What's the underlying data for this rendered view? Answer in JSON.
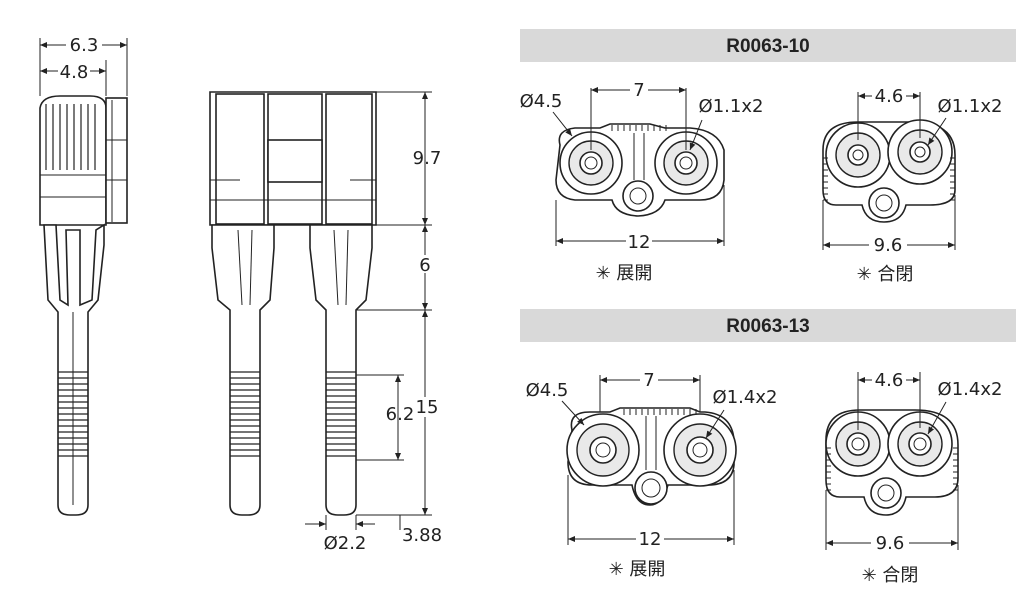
{
  "side_view": {
    "width_total": "6.3",
    "width_head": "4.8"
  },
  "front_view": {
    "height_head": "9.7",
    "height_legs": "6",
    "height_pin": "15",
    "height_ribbed": "6.2",
    "pin_diameter": "Ø2.2",
    "pin_tip": "3.88"
  },
  "variants": [
    {
      "model": "R0063-10",
      "open": {
        "hole_dia": "Ø4.5",
        "pitch": "7",
        "pin_dia": "Ø1.1x2",
        "width": "12",
        "caption": "✳ 展開"
      },
      "closed": {
        "pitch": "4.6",
        "pin_dia": "Ø1.1x2",
        "width": "9.6",
        "caption": "✳ 合閉"
      }
    },
    {
      "model": "R0063-13",
      "open": {
        "hole_dia": "Ø4.5",
        "pitch": "7",
        "pin_dia": "Ø1.4x2",
        "width": "12",
        "caption": "✳ 展開"
      },
      "closed": {
        "pitch": "4.6",
        "pin_dia": "Ø1.4x2",
        "width": "9.6",
        "caption": "✳ 合閉"
      }
    }
  ]
}
